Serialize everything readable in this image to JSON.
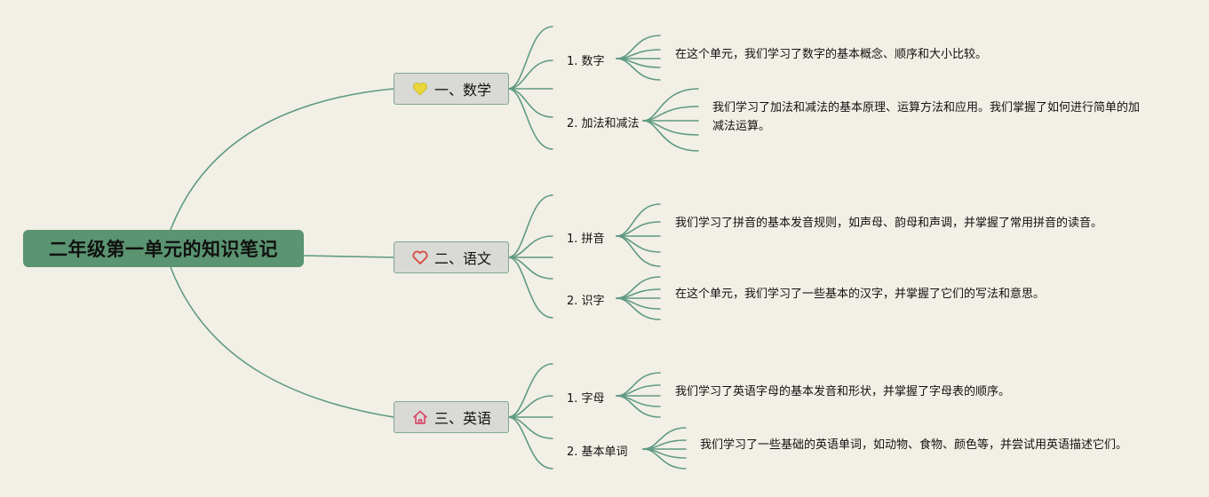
{
  "root": {
    "title": "二年级第一单元的知识笔记"
  },
  "branches": [
    {
      "label": "一、数学",
      "icon": "heart-solid-icon",
      "icon_color": "#e8d83a",
      "children": [
        {
          "label": "1. 数字",
          "note": "在这个单元，我们学习了数字的基本概念、顺序和大小比较。"
        },
        {
          "label": "2. 加法和减法",
          "note": "我们学习了加法和减法的基本原理、运算方法和应用。我们掌握了如何进行简单的加减法运算。"
        }
      ]
    },
    {
      "label": "二、语文",
      "icon": "heart-outline-icon",
      "icon_color": "#d9473c",
      "children": [
        {
          "label": "1. 拼音",
          "note": "我们学习了拼音的基本发音规则，如声母、韵母和声调，并掌握了常用拼音的读音。"
        },
        {
          "label": "2. 识字",
          "note": "在这个单元，我们学习了一些基本的汉字，并掌握了它们的写法和意思。"
        }
      ]
    },
    {
      "label": "三、英语",
      "icon": "house-icon",
      "icon_color": "#d94a6a",
      "children": [
        {
          "label": "1. 字母",
          "note": "我们学习了英语字母的基本发音和形状，并掌握了字母表的顺序。"
        },
        {
          "label": "2. 基本单词",
          "note": "我们学习了一些基础的英语单词，如动物、食物、颜色等，并尝试用英语描述它们。"
        }
      ]
    }
  ],
  "line_color": "#5f9a84"
}
